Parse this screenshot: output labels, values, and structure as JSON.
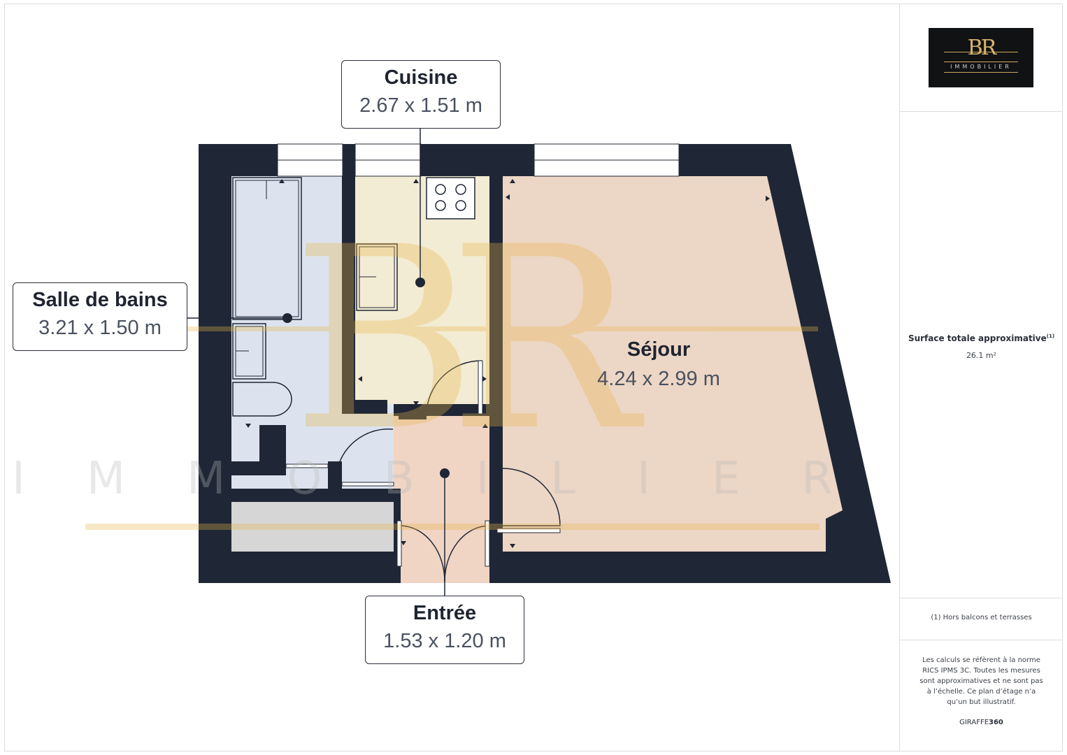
{
  "brand": {
    "logo_monogram": "BR",
    "logo_word": "IMMOBILIER",
    "watermark_word": "IMMOBILIER",
    "watermark_monogram": "BR",
    "gold": "#e9b74a"
  },
  "rooms": {
    "cuisine": {
      "name": "Cuisine",
      "dimensions": "2.67 x 1.51 m",
      "color": "#f3ecd4"
    },
    "salle_de_bains": {
      "name": "Salle de bains",
      "dimensions": "3.21 x 1.50 m",
      "color": "#dde3ee"
    },
    "sejour": {
      "name": "Séjour",
      "dimensions": "4.24 x 2.99 m",
      "color": "#ecd6c5"
    },
    "entree": {
      "name": "Entrée",
      "dimensions": "1.53 x 1.20 m",
      "color": "#f0d4c4"
    }
  },
  "walls_color": "#1f2736",
  "sidebar": {
    "surface_title": "Surface totale approximative",
    "surface_sup": "(1)",
    "surface_value": "26.1 m²",
    "footnote": "(1) Hors balcons et terrasses",
    "disclaimer": "Les calculs se réfèrent à la norme RICS IPMS 3C. Toutes les mesures sont approximatives et ne sont pas à l’échelle. Ce plan d’étage n’a qu’un but illustratif.",
    "credit_prefix": "GIRAFFE",
    "credit_suffix": "360"
  }
}
